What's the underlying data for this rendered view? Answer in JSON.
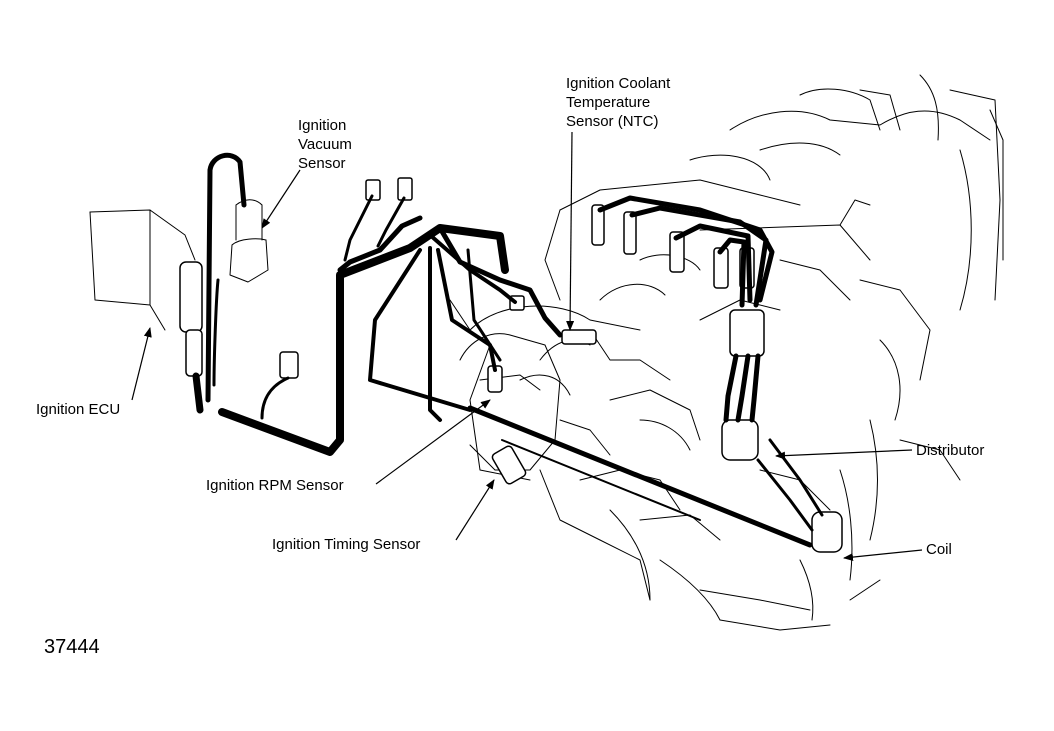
{
  "labels": {
    "vacuum_sensor": "Ignition\nVacuum\nSensor",
    "coolant_sensor": "Ignition Coolant\nTemperature\nSensor (NTC)",
    "ecu": "Ignition ECU",
    "rpm_sensor": "Ignition RPM Sensor",
    "timing_sensor": "Ignition Timing Sensor",
    "distributor": "Distributor",
    "coil": "Coil"
  },
  "figure_number": "37444"
}
